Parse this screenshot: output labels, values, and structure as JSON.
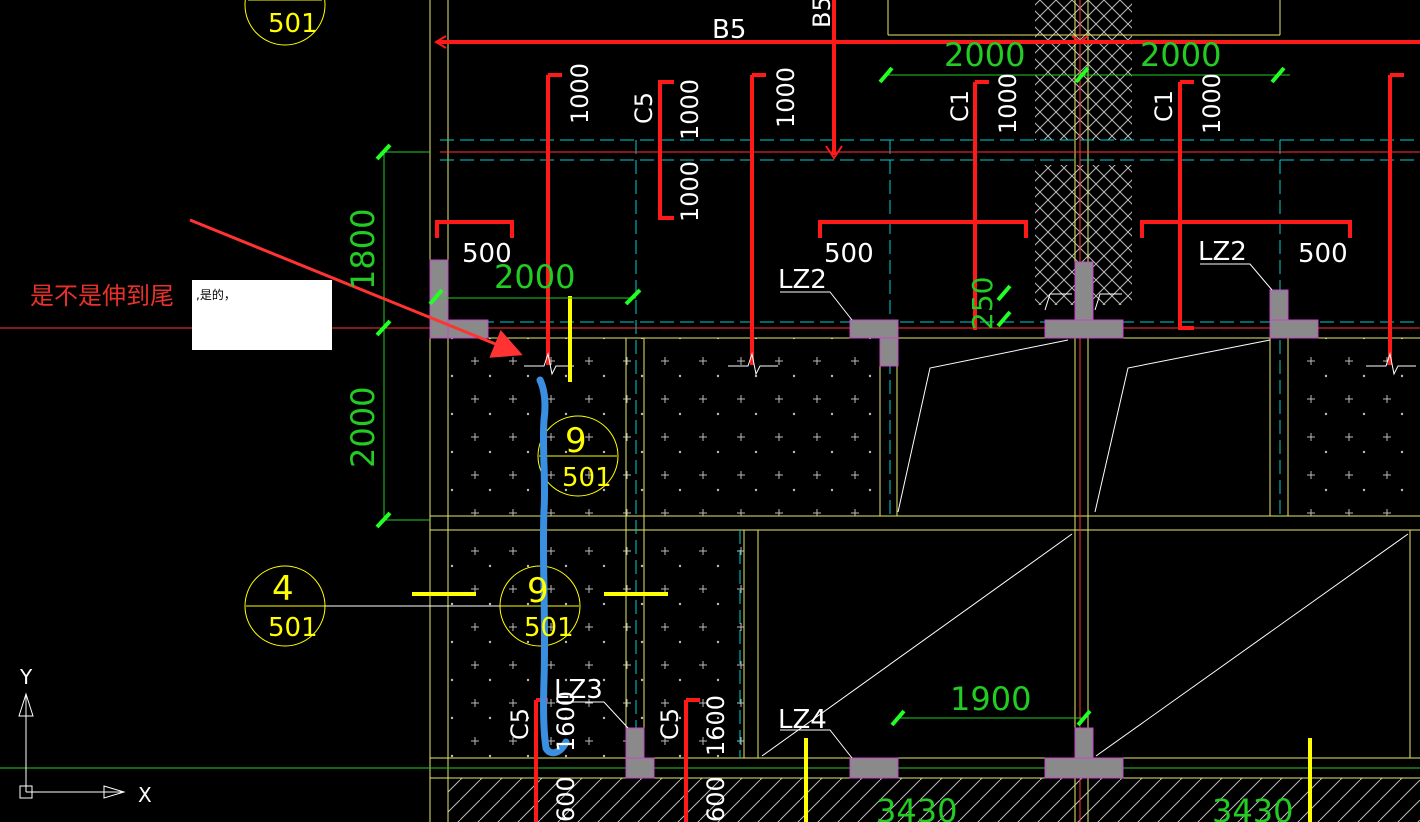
{
  "annotation": {
    "question": "是不是伸到尾",
    "reply": ",是的，"
  },
  "labels": {
    "beam_top": "B5",
    "beam_top_vertical": "B5",
    "dim_2000_a": "2000",
    "dim_2000_b": "2000",
    "dim_2000_c": "2000",
    "dim_1800": "1800",
    "dim_2000_left": "2000",
    "dim_1900": "1900",
    "dim_3430_a": "3430",
    "dim_3430_b": "3430",
    "d500_a": "500",
    "d500_b": "500",
    "d500_c": "500",
    "d1000_a": "1000",
    "d1000_b": "1000",
    "d1000_c": "1000",
    "d1000_d": "1000",
    "d1000_e": "1000",
    "d1000_f": "1000",
    "d1600_a": "1600",
    "d1600_b": "1600",
    "d600_a": "600",
    "d600_b": "600",
    "d250": "250",
    "c5_a": "C5",
    "c5_b": "C5",
    "c5_c": "C5",
    "c1_a": "C1",
    "c1_b": "C1",
    "lz2_a": "LZ2",
    "lz2_b": "LZ2",
    "lz3": "LZ3",
    "lz4": "LZ4",
    "callout_top_num": "501",
    "callout_4_top": "4",
    "callout_4_bot": "501",
    "callout_9a_top": "9",
    "callout_9a_bot": "501",
    "callout_9b_top": "9",
    "callout_9b_bot": "501",
    "axis_y": "Y",
    "axis_x": "X"
  },
  "colors": {
    "background": "#000000",
    "red": "#ff1a1a",
    "yellow": "#ffff00",
    "green": "#22cc22",
    "cyan": "#00d0d0",
    "white": "#ffffff",
    "magenta": "#cc44cc",
    "blue_stroke": "#3a8fe0",
    "fill_gray": "#8a8a8a"
  }
}
